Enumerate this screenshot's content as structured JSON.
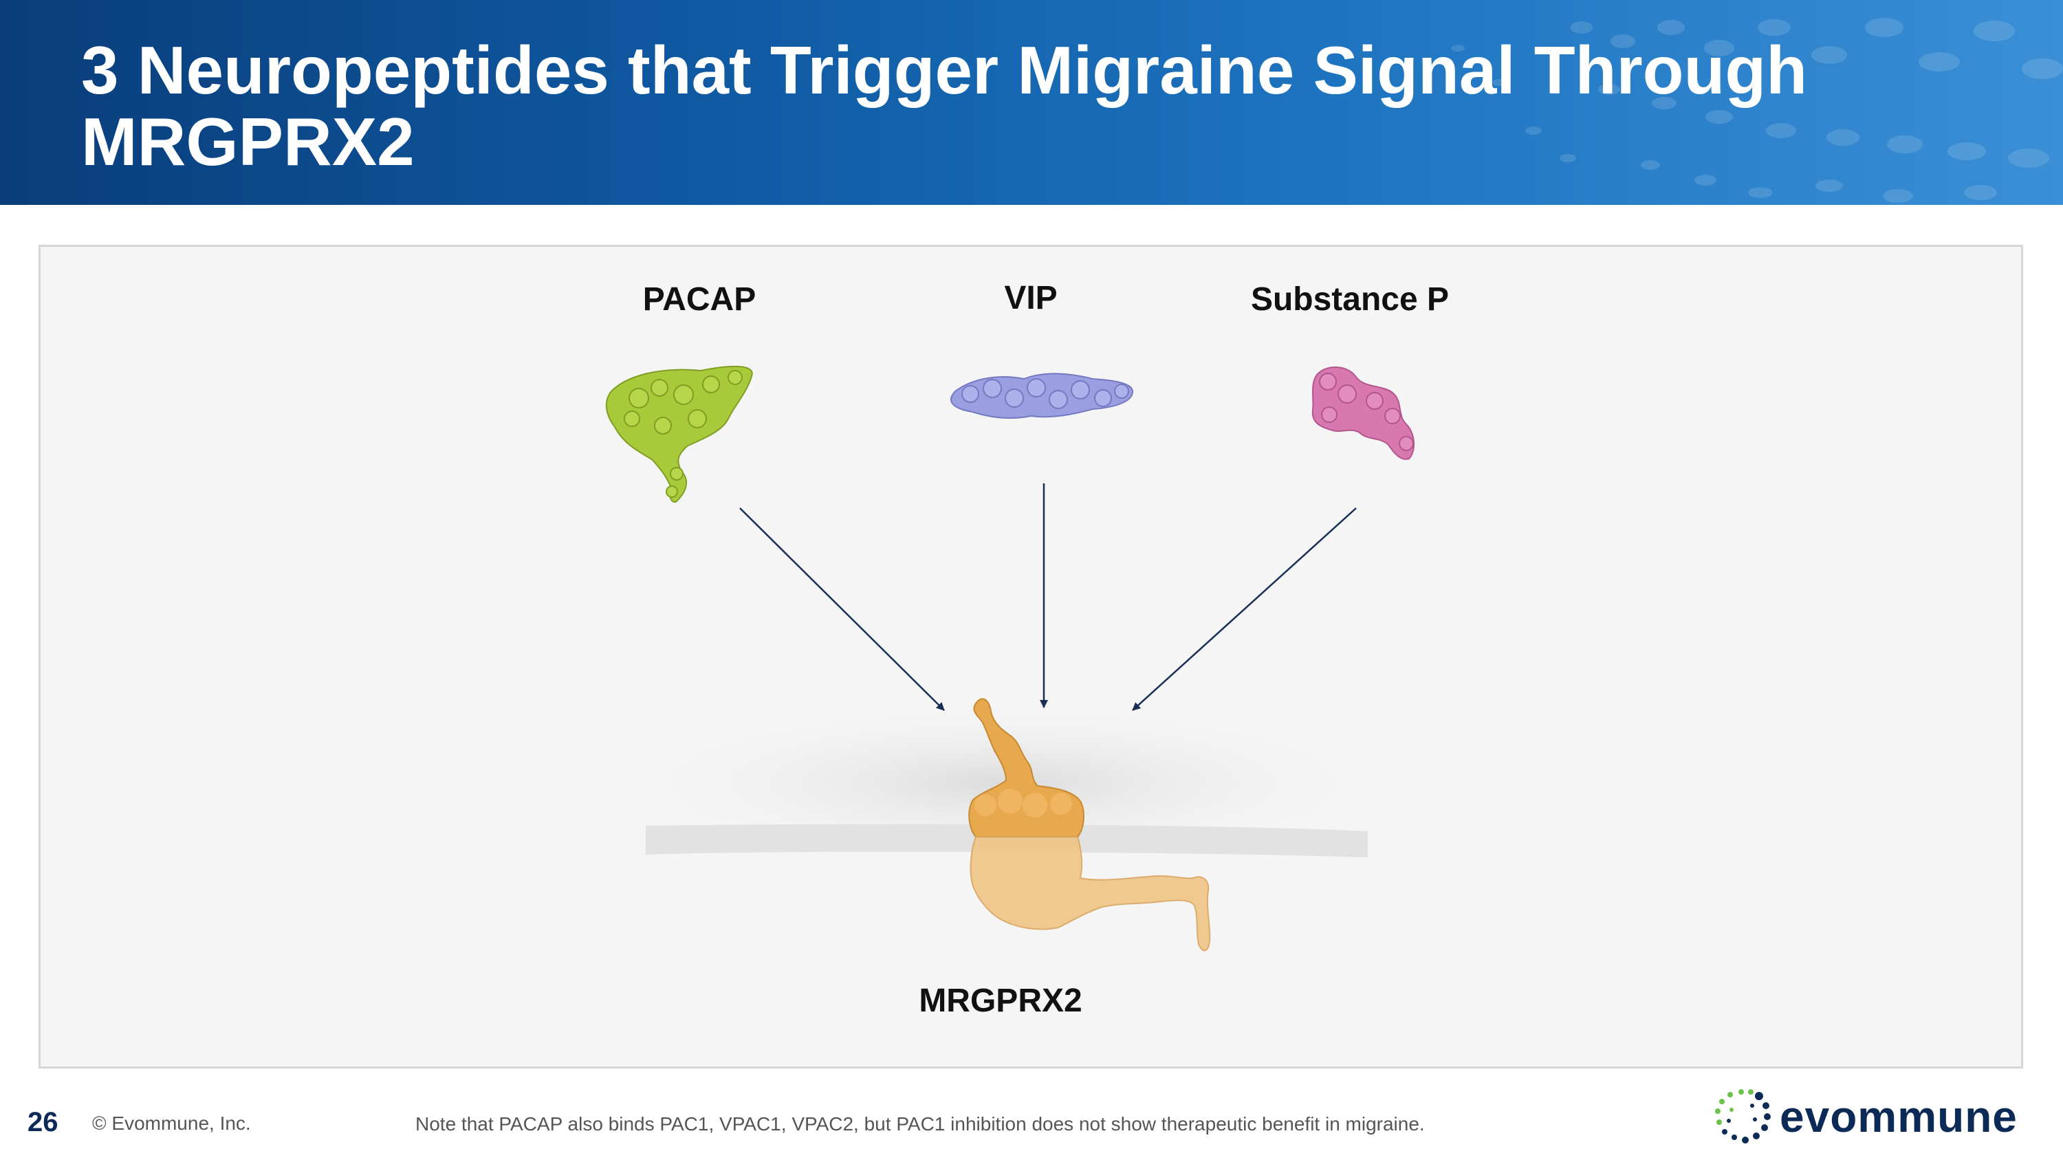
{
  "slide": {
    "title": "3 Neuropeptides that Trigger Migraine Signal Through MRGPRX2",
    "page_number": "26"
  },
  "diagram": {
    "ligands": [
      {
        "label": "PACAP",
        "color": "#a8c93a"
      },
      {
        "label": "VIP",
        "color": "#9a9fe0"
      },
      {
        "label": "Substance P",
        "color": "#d977b0"
      }
    ],
    "receptor": {
      "label": "MRGPRX2",
      "color": "#e8a94e"
    },
    "arrow_color": "#1a2e55"
  },
  "footer": {
    "copyright": "© Evommune, Inc.",
    "note": "Note that PACAP also binds PAC1, VPAC1, VPAC2, but PAC1 inhibition does not show therapeutic benefit in migraine."
  },
  "brand": {
    "logo_text": "evommune",
    "colors": {
      "navy": "#0b2a55",
      "green": "#6cc24a"
    }
  }
}
